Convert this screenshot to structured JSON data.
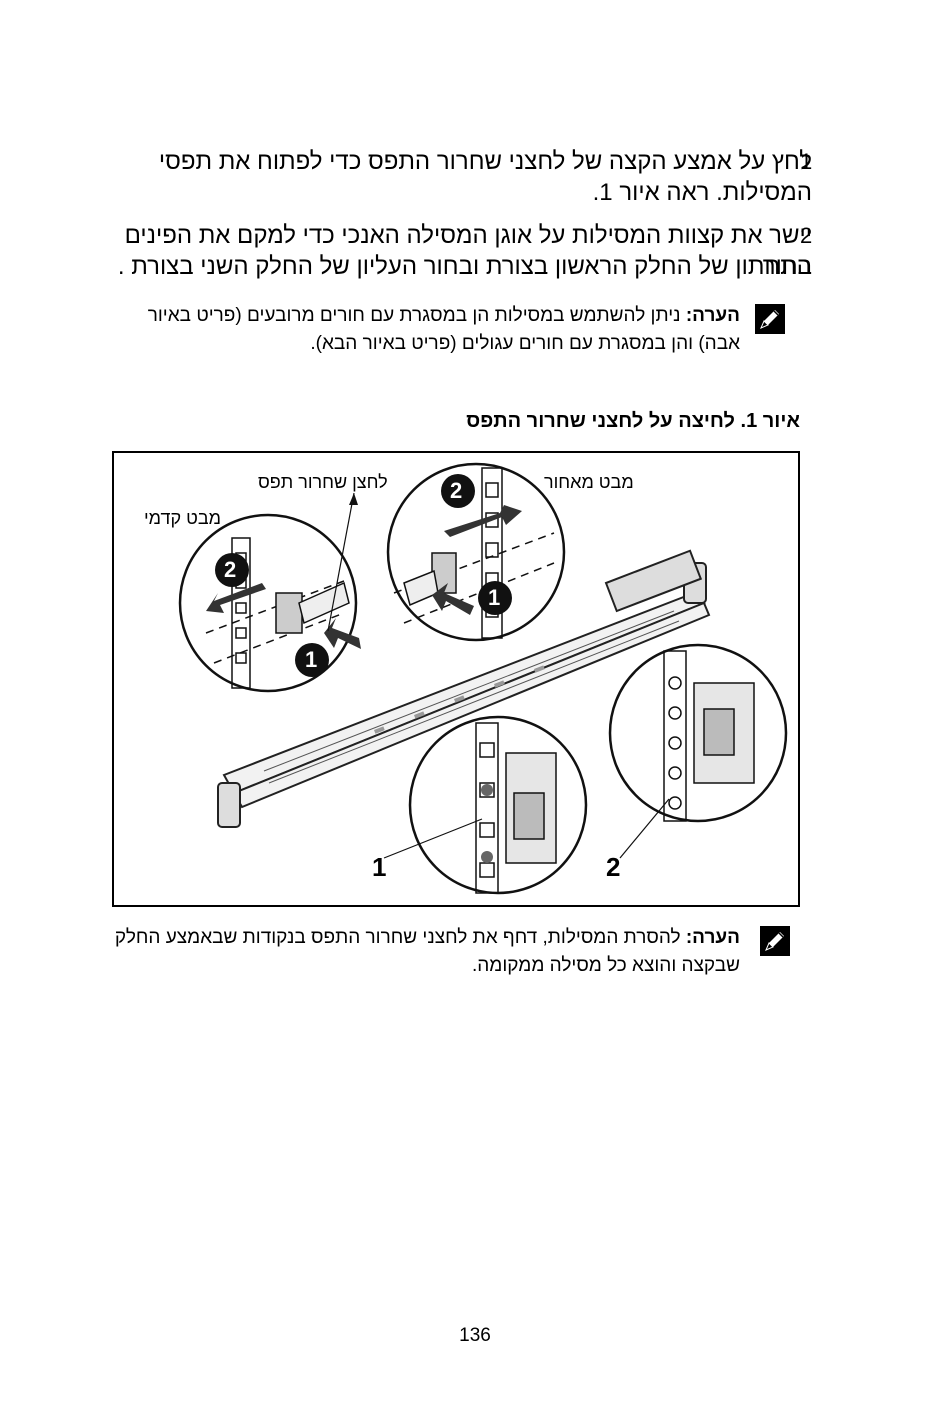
{
  "steps": [
    {
      "number": "1",
      "line1": "לחץ על אמצע הקצה של לחצני שחרור התפס כדי לפתוח את תפסי",
      "line2": "המסילות. ראה איור 1."
    },
    {
      "number": "2",
      "line1": "יישר את קצוות המסילות על אוגן המסילה האנכי כדי למקם את הפינים בחור",
      "line2": "התחתון של החלק הראשון בצורת ובחור העליון של החלק השני בצורת ."
    }
  ],
  "note_top": {
    "label": "הערה:",
    "line1": "ניתן להשתמש במסילות הן במסגרת עם חורים מרובעים (פריט באיור",
    "line2": "אבה) והן במסגרת עם חורים עגולים (פריט באיור הבא)."
  },
  "figure": {
    "title": "איור 1. לחיצה על לחצני שחרור התפס",
    "labels": {
      "back_end": "מבט מאחור",
      "latch_button": "לחצן שחרור תפס",
      "front_end": "מבט קדמי"
    },
    "callouts": {
      "push": "1",
      "pull": "2",
      "bottom_left": "1",
      "bottom_right": "2"
    }
  },
  "note_bottom": {
    "label": "הערה:",
    "line1": "להסרת המסילות, דחף את לחצני שחרור התפס בנקודות שבאמצע החלק",
    "line2": "שבקצה והוצא כל מסילה ממקומה."
  },
  "page_number": "136"
}
